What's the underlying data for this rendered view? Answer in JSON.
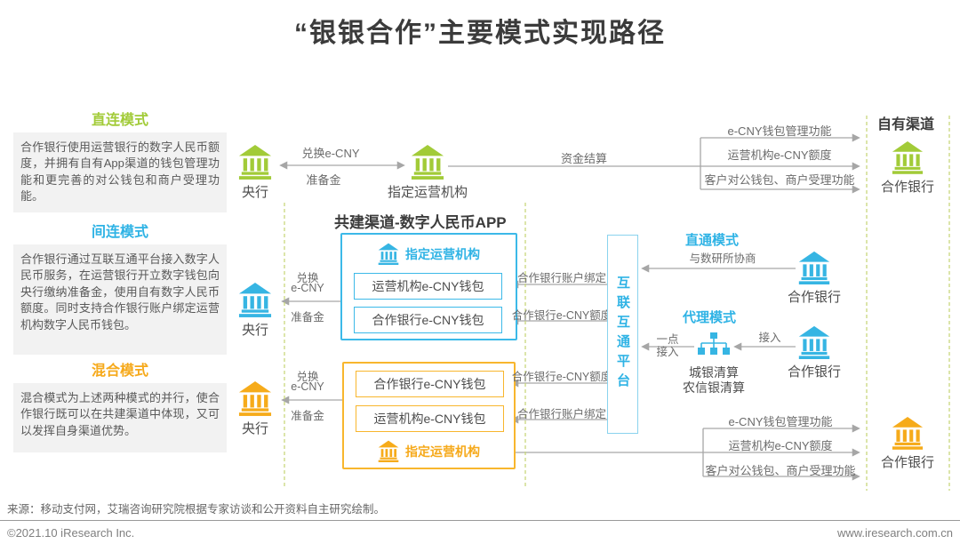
{
  "title": "“银银合作”主要模式实现路径",
  "colors": {
    "green": "#a2cb38",
    "blue": "#36b5e3",
    "orange": "#f6ab1a",
    "dashed_line": "#c9d77d",
    "connector": "#a8a8a8"
  },
  "modes": [
    {
      "title": "直连模式",
      "desc": "合作银行使用运营银行的数字人民币额度，并拥有自有App渠道的钱包管理功能和更完善的对公钱包和商户受理功能。"
    },
    {
      "title": "间连模式",
      "desc": "合作银行通过互联互通平台接入数字人民币服务，在运营银行开立数字钱包向央行缴纳准备金，使用自有数字人民币额度。同时支持合作银行账户绑定运营机构数字人民币钱包。"
    },
    {
      "title": "混合模式",
      "desc": "混合模式为上述两种模式的并行，使合作银行既可以在共建渠道中体现，又可以发挥自身渠道优势。"
    }
  ],
  "top_flow": {
    "central_bank": "央行",
    "exchange": "兑换e-CNY",
    "reserve": "准备金",
    "operator": "指定运营机构",
    "settlement": "资金结算"
  },
  "own_channel": {
    "header": "自有渠道",
    "bank": "合作银行",
    "functions": [
      "e-CNY钱包管理功能",
      "运营机构e-CNY额度",
      "客户对公钱包、商户受理功能"
    ]
  },
  "joint": {
    "header": "共建渠道-数字人民币APP",
    "cb_blue": {
      "name": "央行",
      "exchange1": "兑换",
      "exchange2": "e-CNY",
      "reserve": "准备金"
    },
    "cb_yellow": {
      "name": "央行",
      "exchange1": "兑换",
      "exchange2": "e-CNY",
      "reserve": "准备金"
    },
    "blue": {
      "operator": "指定运营机构",
      "wallet_top": "运营机构e-CNY钱包",
      "wallet_bottom": "合作银行e-CNY钱包",
      "label_binding": "合作银行账户绑定",
      "label_quota": "合作银行e-CNY额度"
    },
    "yellow": {
      "wallet_top": "合作银行e-CNY钱包",
      "wallet_bottom": "运营机构e-CNY钱包",
      "operator": "指定运营机构",
      "label_quota": "合作银行e-CNY额度",
      "label_binding": "合作银行账户绑定"
    }
  },
  "platform": {
    "label": "互联互通平台"
  },
  "direct": {
    "title": "直通模式",
    "note": "与数研所协商",
    "bank": "合作银行"
  },
  "agent": {
    "title": "代理模式",
    "point1": "一点",
    "point2": "接入",
    "clearing1": "城银清算",
    "clearing2": "农信银清算",
    "access": "接入",
    "bank": "合作银行"
  },
  "bottom_right": {
    "bank": "合作银行",
    "functions": [
      "e-CNY钱包管理功能",
      "运营机构e-CNY额度",
      "客户对公钱包、商户受理功能"
    ]
  },
  "footer": {
    "source": "来源：移动支付网，艾瑞咨询研究院根据专家访谈和公开资料自主研究绘制。",
    "copyright": "©2021.10 iResearch Inc.",
    "website": "www.iresearch.com.cn"
  }
}
